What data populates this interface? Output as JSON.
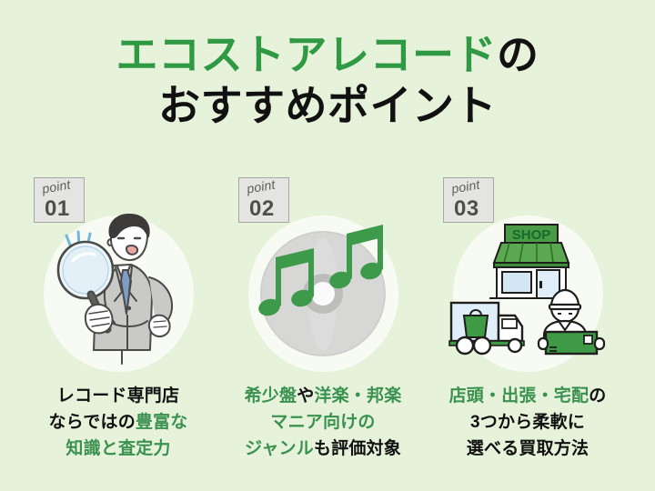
{
  "theme": {
    "background": "#e6f3da",
    "accent_green": "#2f9944",
    "caption_green": "#3a9150",
    "text_black": "#111111",
    "circle_fill": "#f8fbf3",
    "badge_fill": "#e4e4e2",
    "badge_border": "#a8a8a6"
  },
  "title": {
    "line1_green": "エコストアレコード",
    "line1_black": "の",
    "line2_black": "おすすめポイント"
  },
  "columns": [
    {
      "badge": {
        "label": "point",
        "number": "01"
      },
      "illustration": {
        "name": "businessman-with-magnifying-glass",
        "parts": [
          "magnifying-glass",
          "suit",
          "necktie",
          "sparkle-lines"
        ]
      },
      "caption": [
        [
          {
            "text": "レコード専門店",
            "color": "black"
          }
        ],
        [
          {
            "text": "ならではの",
            "color": "black"
          },
          {
            "text": "豊富な",
            "color": "green"
          }
        ],
        [
          {
            "text": "知識と査定力",
            "color": "green"
          }
        ]
      ]
    },
    {
      "badge": {
        "label": "point",
        "number": "02"
      },
      "illustration": {
        "name": "cd-disc-with-music-notes",
        "parts": [
          "compact-disc",
          "music-note-left",
          "music-note-right"
        ]
      },
      "caption": [
        [
          {
            "text": "希少盤",
            "color": "green"
          },
          {
            "text": "や",
            "color": "black"
          },
          {
            "text": "洋楽・邦楽",
            "color": "green"
          }
        ],
        [
          {
            "text": "マニア向けの",
            "color": "green"
          }
        ],
        [
          {
            "text": "ジャンル",
            "color": "green"
          },
          {
            "text": "も評価対象",
            "color": "black"
          }
        ]
      ]
    },
    {
      "badge": {
        "label": "point",
        "number": "03"
      },
      "illustration": {
        "name": "shop-truck-and-courier",
        "parts": [
          "shop-storefront",
          "delivery-truck",
          "courier-with-box"
        ],
        "shop_sign_text": "SHOP"
      },
      "caption": [
        [
          {
            "text": "店頭・出張・宅配",
            "color": "green"
          },
          {
            "text": "の",
            "color": "black"
          }
        ],
        [
          {
            "text": "3つから柔軟に",
            "color": "black"
          }
        ],
        [
          {
            "text": "選べる買取方法",
            "color": "black"
          }
        ]
      ]
    }
  ]
}
